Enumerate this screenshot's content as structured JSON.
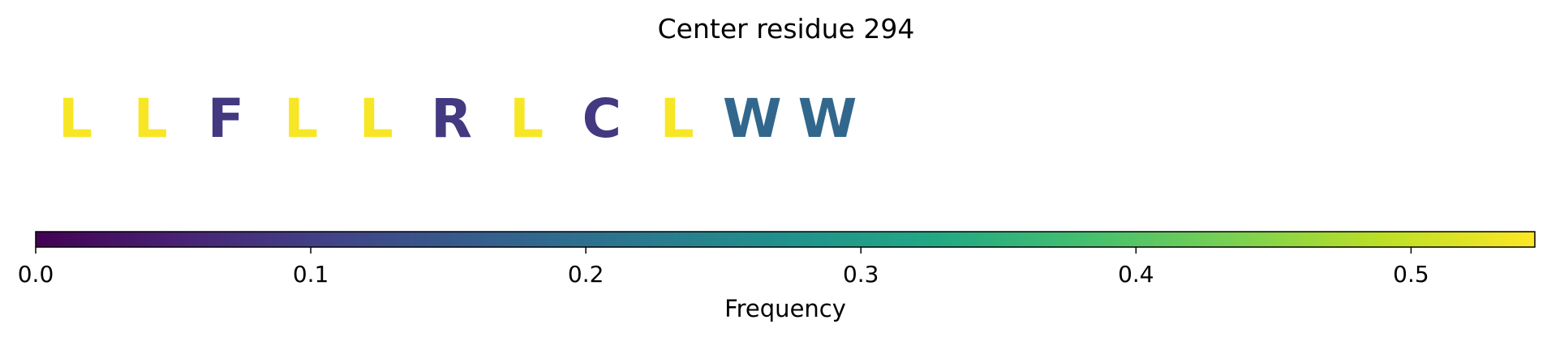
{
  "chart_data": {
    "type": "sequence-logo-colorbar",
    "title": "Center residue 294",
    "residues": [
      {
        "letter": "L",
        "frequency": 0.54
      },
      {
        "letter": "L",
        "frequency": 0.54
      },
      {
        "letter": "F",
        "frequency": 0.09
      },
      {
        "letter": "L",
        "frequency": 0.54
      },
      {
        "letter": "L",
        "frequency": 0.54
      },
      {
        "letter": "R",
        "frequency": 0.09
      },
      {
        "letter": "L",
        "frequency": 0.54
      },
      {
        "letter": "C",
        "frequency": 0.09
      },
      {
        "letter": "L",
        "frequency": 0.54
      },
      {
        "letter": "W",
        "frequency": 0.18
      },
      {
        "letter": "W",
        "frequency": 0.18
      }
    ],
    "colorbar": {
      "colormap": "viridis",
      "range": [
        0.0,
        0.545
      ],
      "ticks": [
        0.0,
        0.1,
        0.2,
        0.3,
        0.4,
        0.5
      ],
      "tick_labels": [
        "0.0",
        "0.1",
        "0.2",
        "0.3",
        "0.4",
        "0.5"
      ],
      "label": "Frequency",
      "orientation": "horizontal"
    }
  }
}
